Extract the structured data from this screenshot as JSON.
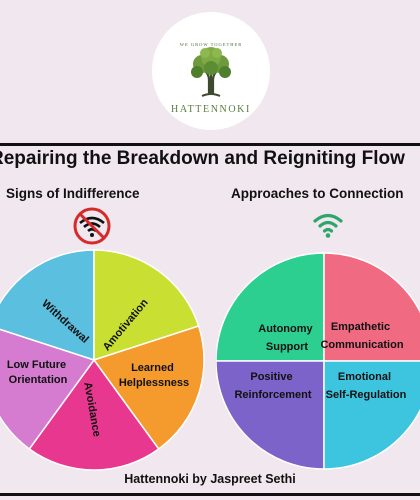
{
  "logo": {
    "tagline": "WE GROW TOGETHER",
    "name": "HATTENNOKI"
  },
  "banner_title": "Repairing the Breakdown and Reigniting Flow",
  "left_section": {
    "title": "Signs of Indifference",
    "icon": "no-wifi-icon",
    "segments": [
      {
        "label": "Withdrawal",
        "color": "#5bbfe0"
      },
      {
        "label": "Amotivation",
        "color": "#c9e033"
      },
      {
        "label": "Learned Helplessness",
        "color": "#f59a2c"
      },
      {
        "label": "Avoidance",
        "color": "#e8378f"
      },
      {
        "label": "Low Future Orientation",
        "color": "#d57cd0"
      }
    ]
  },
  "right_section": {
    "title": "Approaches to Connection",
    "icon": "wifi-icon",
    "icon_color": "#2ca66a",
    "quadrants": [
      {
        "label": "Autonomy Support",
        "color": "#2ccf8f"
      },
      {
        "label": "Empathetic Communication",
        "color": "#f06b82"
      },
      {
        "label": "Positive Reinforcement",
        "color": "#7b63c9"
      },
      {
        "label": "Emotional Self-Regulation",
        "color": "#3dc5e0"
      }
    ]
  },
  "credit": "Hattennoki by Jaspreet Sethi"
}
